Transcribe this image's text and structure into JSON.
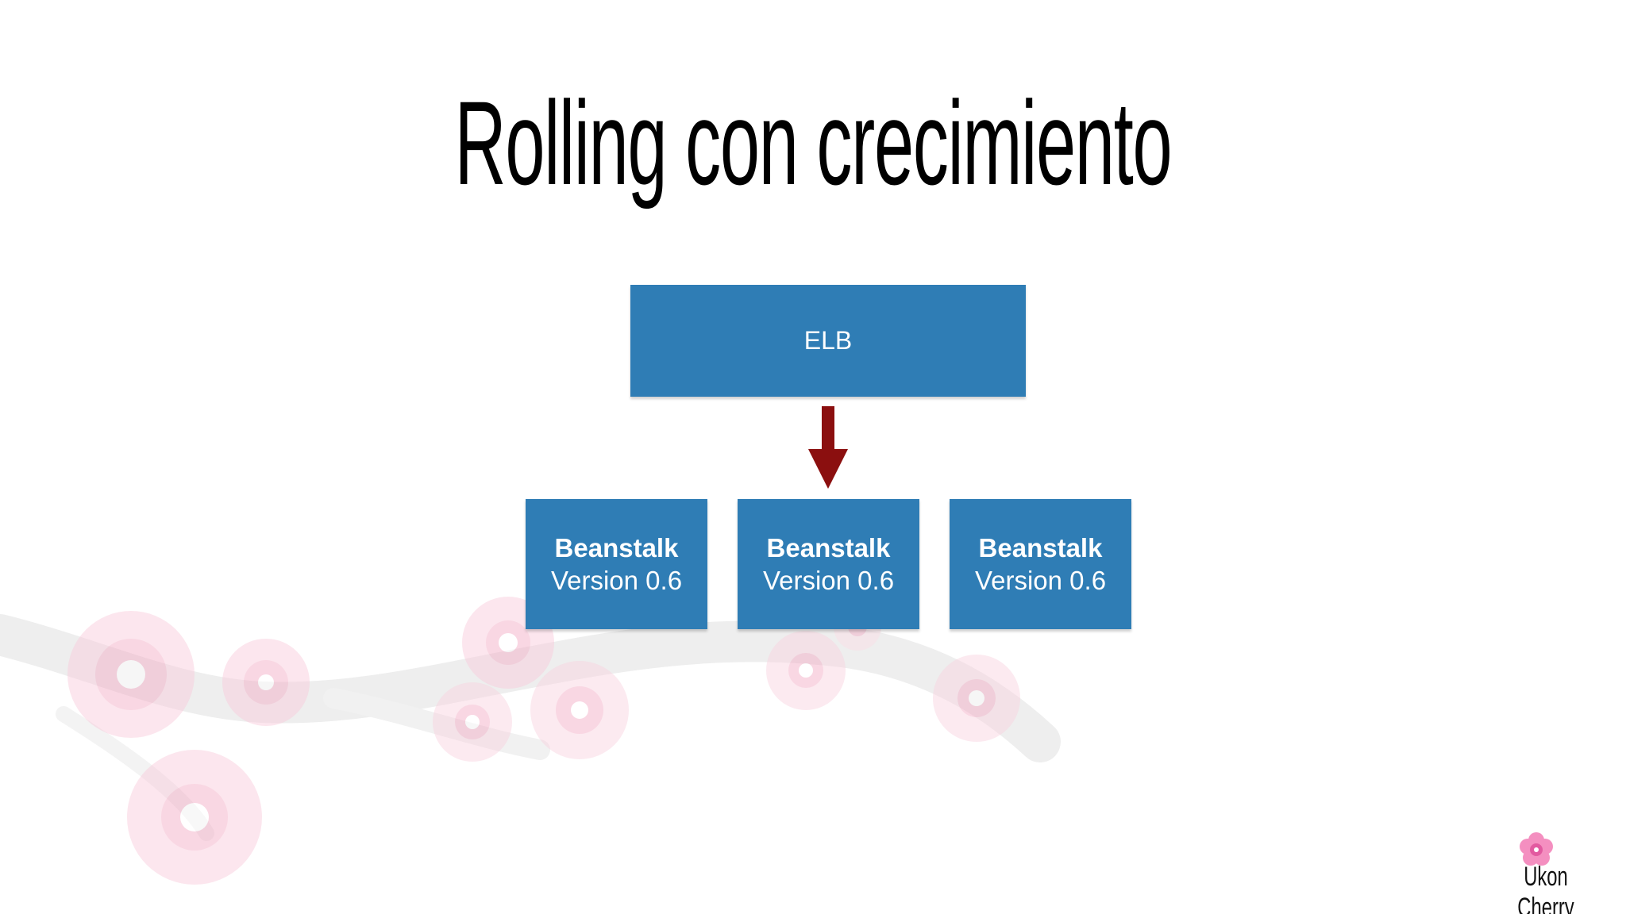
{
  "slide": {
    "title": "Rolling con crecimiento"
  },
  "diagram": {
    "top_node": {
      "label": "ELB"
    },
    "arrow": {
      "direction": "down",
      "color": "#8b0f0f"
    },
    "nodes": [
      {
        "title": "Beanstalk",
        "subtitle": "Version 0.6"
      },
      {
        "title": "Beanstalk",
        "subtitle": "Version 0.6"
      },
      {
        "title": "Beanstalk",
        "subtitle": "Version 0.6"
      }
    ],
    "node_color": "#2f7db5"
  },
  "branding": {
    "logo_text": "Ukon Cherry",
    "logo_icon": "cherry-blossom-icon",
    "accent": "#e25aa0"
  },
  "background": {
    "decoration": "cherry-blossom-branch-icon"
  }
}
